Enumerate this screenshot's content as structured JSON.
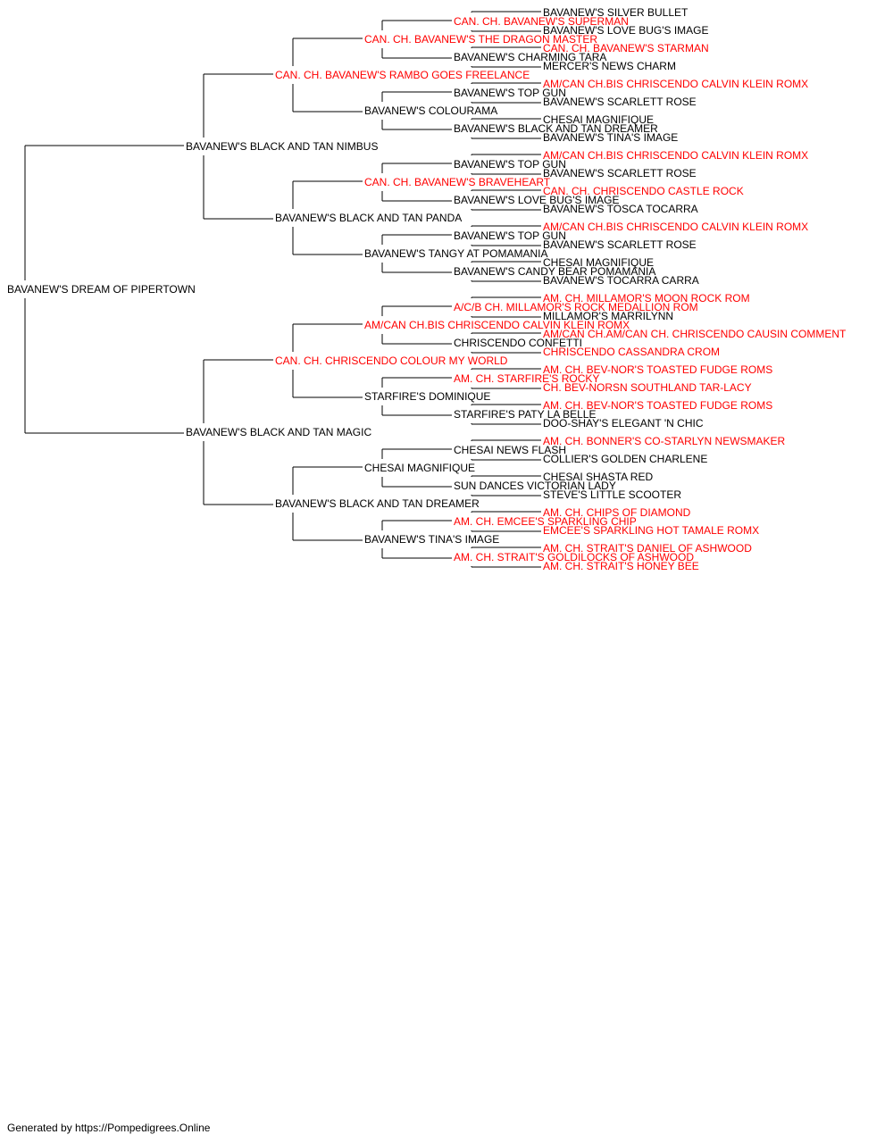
{
  "colors": {
    "champion": "#ff0000",
    "regular": "#000000",
    "line": "#000000"
  },
  "pedigree": {
    "name": "BAVANEW'S DREAM OF PIPERTOWN",
    "champion": false,
    "sire": {
      "name": "BAVANEW'S BLACK AND TAN NIMBUS",
      "champion": false,
      "sire": {
        "name": "CAN. CH. BAVANEW'S RAMBO GOES FREELANCE",
        "champion": true,
        "sire": {
          "name": "CAN. CH. BAVANEW'S THE DRAGON MASTER",
          "champion": true,
          "sire": {
            "name": "CAN. CH. BAVANEW'S SUPERMAN",
            "champion": true,
            "sire": {
              "name": "BAVANEW'S SILVER BULLET",
              "champion": false
            },
            "dam": {
              "name": "BAVANEW'S LOVE BUG'S IMAGE",
              "champion": false
            }
          },
          "dam": {
            "name": "BAVANEW'S CHARMING TARA",
            "champion": false,
            "sire": {
              "name": "CAN. CH. BAVANEW'S STARMAN",
              "champion": true
            },
            "dam": {
              "name": "MERCER'S NEWS CHARM",
              "champion": false
            }
          }
        },
        "dam": {
          "name": "BAVANEW'S COLOURAMA",
          "champion": false,
          "sire": {
            "name": "BAVANEW'S TOP GUN",
            "champion": false,
            "sire": {
              "name": "AM/CAN CH.BIS CHRISCENDO CALVIN KLEIN ROMX",
              "champion": true
            },
            "dam": {
              "name": "BAVANEW'S SCARLETT ROSE",
              "champion": false
            }
          },
          "dam": {
            "name": "BAVANEW'S BLACK AND TAN DREAMER",
            "champion": false,
            "sire": {
              "name": "CHESAI MAGNIFIQUE",
              "champion": false
            },
            "dam": {
              "name": "BAVANEW'S TINA'S IMAGE",
              "champion": false
            }
          }
        }
      },
      "dam": {
        "name": "BAVANEW'S BLACK AND TAN PANDA",
        "champion": false,
        "sire": {
          "name": "CAN. CH. BAVANEW'S BRAVEHEART",
          "champion": true,
          "sire": {
            "name": "BAVANEW'S TOP GUN",
            "champion": false,
            "sire": {
              "name": "AM/CAN CH.BIS CHRISCENDO CALVIN KLEIN ROMX",
              "champion": true
            },
            "dam": {
              "name": "BAVANEW'S SCARLETT ROSE",
              "champion": false
            }
          },
          "dam": {
            "name": "BAVANEW'S LOVE BUG'S IMAGE",
            "champion": false,
            "sire": {
              "name": "CAN. CH. CHRISCENDO CASTLE ROCK",
              "champion": true
            },
            "dam": {
              "name": "BAVANEW'S TOSCA TOCARRA",
              "champion": false
            }
          }
        },
        "dam": {
          "name": "BAVANEW'S TANGY AT POMAMANIA",
          "champion": false,
          "sire": {
            "name": "BAVANEW'S TOP GUN",
            "champion": false,
            "sire": {
              "name": "AM/CAN CH.BIS CHRISCENDO CALVIN KLEIN ROMX",
              "champion": true
            },
            "dam": {
              "name": "BAVANEW'S SCARLETT ROSE",
              "champion": false
            }
          },
          "dam": {
            "name": "BAVANEW'S CANDY BEAR POMAMANIA",
            "champion": false,
            "sire": {
              "name": "CHESAI MAGNIFIQUE",
              "champion": false
            },
            "dam": {
              "name": "BAVANEW'S TOCARRA CARRA",
              "champion": false
            }
          }
        }
      }
    },
    "dam": {
      "name": "BAVANEW'S BLACK AND TAN MAGIC",
      "champion": false,
      "sire": {
        "name": "CAN. CH. CHRISCENDO COLOUR MY WORLD",
        "champion": true,
        "sire": {
          "name": "AM/CAN CH.BIS CHRISCENDO CALVIN KLEIN ROMX",
          "champion": true,
          "sire": {
            "name": "A/C/B CH. MILLAMOR'S ROCK MEDALLION ROM",
            "champion": true,
            "sire": {
              "name": "AM. CH. MILLAMOR'S MOON ROCK ROM",
              "champion": true
            },
            "dam": {
              "name": "MILLAMOR'S MARRILYNN",
              "champion": false
            }
          },
          "dam": {
            "name": "CHRISCENDO CONFETTI",
            "champion": false,
            "sire": {
              "name": "AM/CAN CH.AM/CAN CH. CHRISCENDO CAUSIN COMMENT",
              "champion": true
            },
            "dam": {
              "name": "CHRISCENDO CASSANDRA CROM",
              "champion": true
            }
          }
        },
        "dam": {
          "name": "STARFIRE'S DOMINIQUE",
          "champion": false,
          "sire": {
            "name": "AM. CH. STARFIRE'S ROCKY",
            "champion": true,
            "sire": {
              "name": "AM. CH. BEV-NOR'S TOASTED FUDGE ROMS",
              "champion": true
            },
            "dam": {
              "name": "CH. BEV-NORSN SOUTHLAND TAR-LACY",
              "champion": true
            }
          },
          "dam": {
            "name": "STARFIRE'S PATY LA BELLE",
            "champion": false,
            "sire": {
              "name": "AM. CH. BEV-NOR'S TOASTED FUDGE ROMS",
              "champion": true
            },
            "dam": {
              "name": "DOO-SHAY'S ELEGANT 'N CHIC",
              "champion": false
            }
          }
        }
      },
      "dam": {
        "name": "BAVANEW'S BLACK AND TAN DREAMER",
        "champion": false,
        "sire": {
          "name": "CHESAI MAGNIFIQUE",
          "champion": false,
          "sire": {
            "name": "CHESAI NEWS FLASH",
            "champion": false,
            "sire": {
              "name": "AM. CH. BONNER'S CO-STARLYN NEWSMAKER",
              "champion": true
            },
            "dam": {
              "name": "COLLIER'S GOLDEN CHARLENE",
              "champion": false
            }
          },
          "dam": {
            "name": "SUN DANCES VICTORIAN LADY",
            "champion": false,
            "sire": {
              "name": "CHESAI SHASTA RED",
              "champion": false
            },
            "dam": {
              "name": "STEVE'S LITTLE SCOOTER",
              "champion": false
            }
          }
        },
        "dam": {
          "name": "BAVANEW'S TINA'S IMAGE",
          "champion": false,
          "sire": {
            "name": "AM. CH. EMCEE'S SPARKLING CHIP",
            "champion": true,
            "sire": {
              "name": "AM. CH. CHIPS OF DIAMOND",
              "champion": true
            },
            "dam": {
              "name": "EMCEE'S SPARKLING HOT TAMALE ROMX",
              "champion": true
            }
          },
          "dam": {
            "name": "AM. CH. STRAIT'S GOLDILOCKS OF ASHWOOD",
            "champion": true,
            "sire": {
              "name": "AM. CH. STRAIT'S DANIEL OF ASHWOOD",
              "champion": true
            },
            "dam": {
              "name": "AM. CH. STRAIT'S HONEY BEE",
              "champion": true
            }
          }
        }
      }
    }
  },
  "footer": {
    "text": "Generated by https://Pompedigrees.Online"
  }
}
